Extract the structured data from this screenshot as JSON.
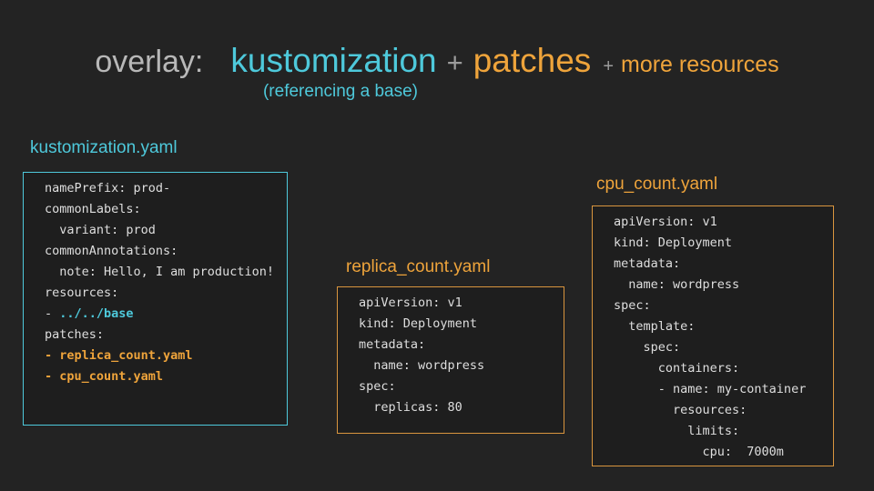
{
  "title": {
    "overlay": "overlay:",
    "kustomization": "kustomization",
    "plus1": "+",
    "patches": "patches",
    "plus2": "+",
    "more_resources": "more resources",
    "subtitle": "(referencing a base)"
  },
  "colors": {
    "background": "#232323",
    "cyan": "#4EC9DB",
    "orange": "#EFA43B",
    "title_gray": "#B8B8B8",
    "code_text": "#DEDEDE"
  },
  "panels": [
    {
      "label": "kustomization.yaml",
      "accent": "cyan",
      "lines": [
        [
          {
            "t": "namePrefix: prod-",
            "c": "plain"
          }
        ],
        [
          {
            "t": "commonLabels:",
            "c": "plain"
          }
        ],
        [
          {
            "t": "  variant: prod",
            "c": "plain"
          }
        ],
        [
          {
            "t": "commonAnnotations:",
            "c": "plain"
          }
        ],
        [
          {
            "t": "  note: Hello, I am production!",
            "c": "plain"
          }
        ],
        [
          {
            "t": "resources:",
            "c": "plain"
          }
        ],
        [
          {
            "t": "- ",
            "c": "plain"
          },
          {
            "t": "../../base",
            "c": "cyan"
          }
        ],
        [
          {
            "t": "patches:",
            "c": "plain"
          }
        ],
        [
          {
            "t": "- replica_count.yaml",
            "c": "orange"
          }
        ],
        [
          {
            "t": "- cpu_count.yaml",
            "c": "orange"
          }
        ]
      ]
    },
    {
      "label": "replica_count.yaml",
      "accent": "orange",
      "lines": [
        [
          {
            "t": "apiVersion: v1",
            "c": "plain"
          }
        ],
        [
          {
            "t": "kind: Deployment",
            "c": "plain"
          }
        ],
        [
          {
            "t": "metadata:",
            "c": "plain"
          }
        ],
        [
          {
            "t": "  name: wordpress",
            "c": "plain"
          }
        ],
        [
          {
            "t": "spec:",
            "c": "plain"
          }
        ],
        [
          {
            "t": "  replicas: 80",
            "c": "plain"
          }
        ]
      ]
    },
    {
      "label": "cpu_count.yaml",
      "accent": "orange",
      "lines": [
        [
          {
            "t": "apiVersion: v1",
            "c": "plain"
          }
        ],
        [
          {
            "t": "kind: Deployment",
            "c": "plain"
          }
        ],
        [
          {
            "t": "metadata:",
            "c": "plain"
          }
        ],
        [
          {
            "t": "  name: wordpress",
            "c": "plain"
          }
        ],
        [
          {
            "t": "spec:",
            "c": "plain"
          }
        ],
        [
          {
            "t": "  template:",
            "c": "plain"
          }
        ],
        [
          {
            "t": "    spec:",
            "c": "plain"
          }
        ],
        [
          {
            "t": "      containers:",
            "c": "plain"
          }
        ],
        [
          {
            "t": "      - name: my-container",
            "c": "plain"
          }
        ],
        [
          {
            "t": "        resources:",
            "c": "plain"
          }
        ],
        [
          {
            "t": "          limits:",
            "c": "plain"
          }
        ],
        [
          {
            "t": "            cpu:  7000m",
            "c": "plain"
          }
        ]
      ]
    }
  ]
}
